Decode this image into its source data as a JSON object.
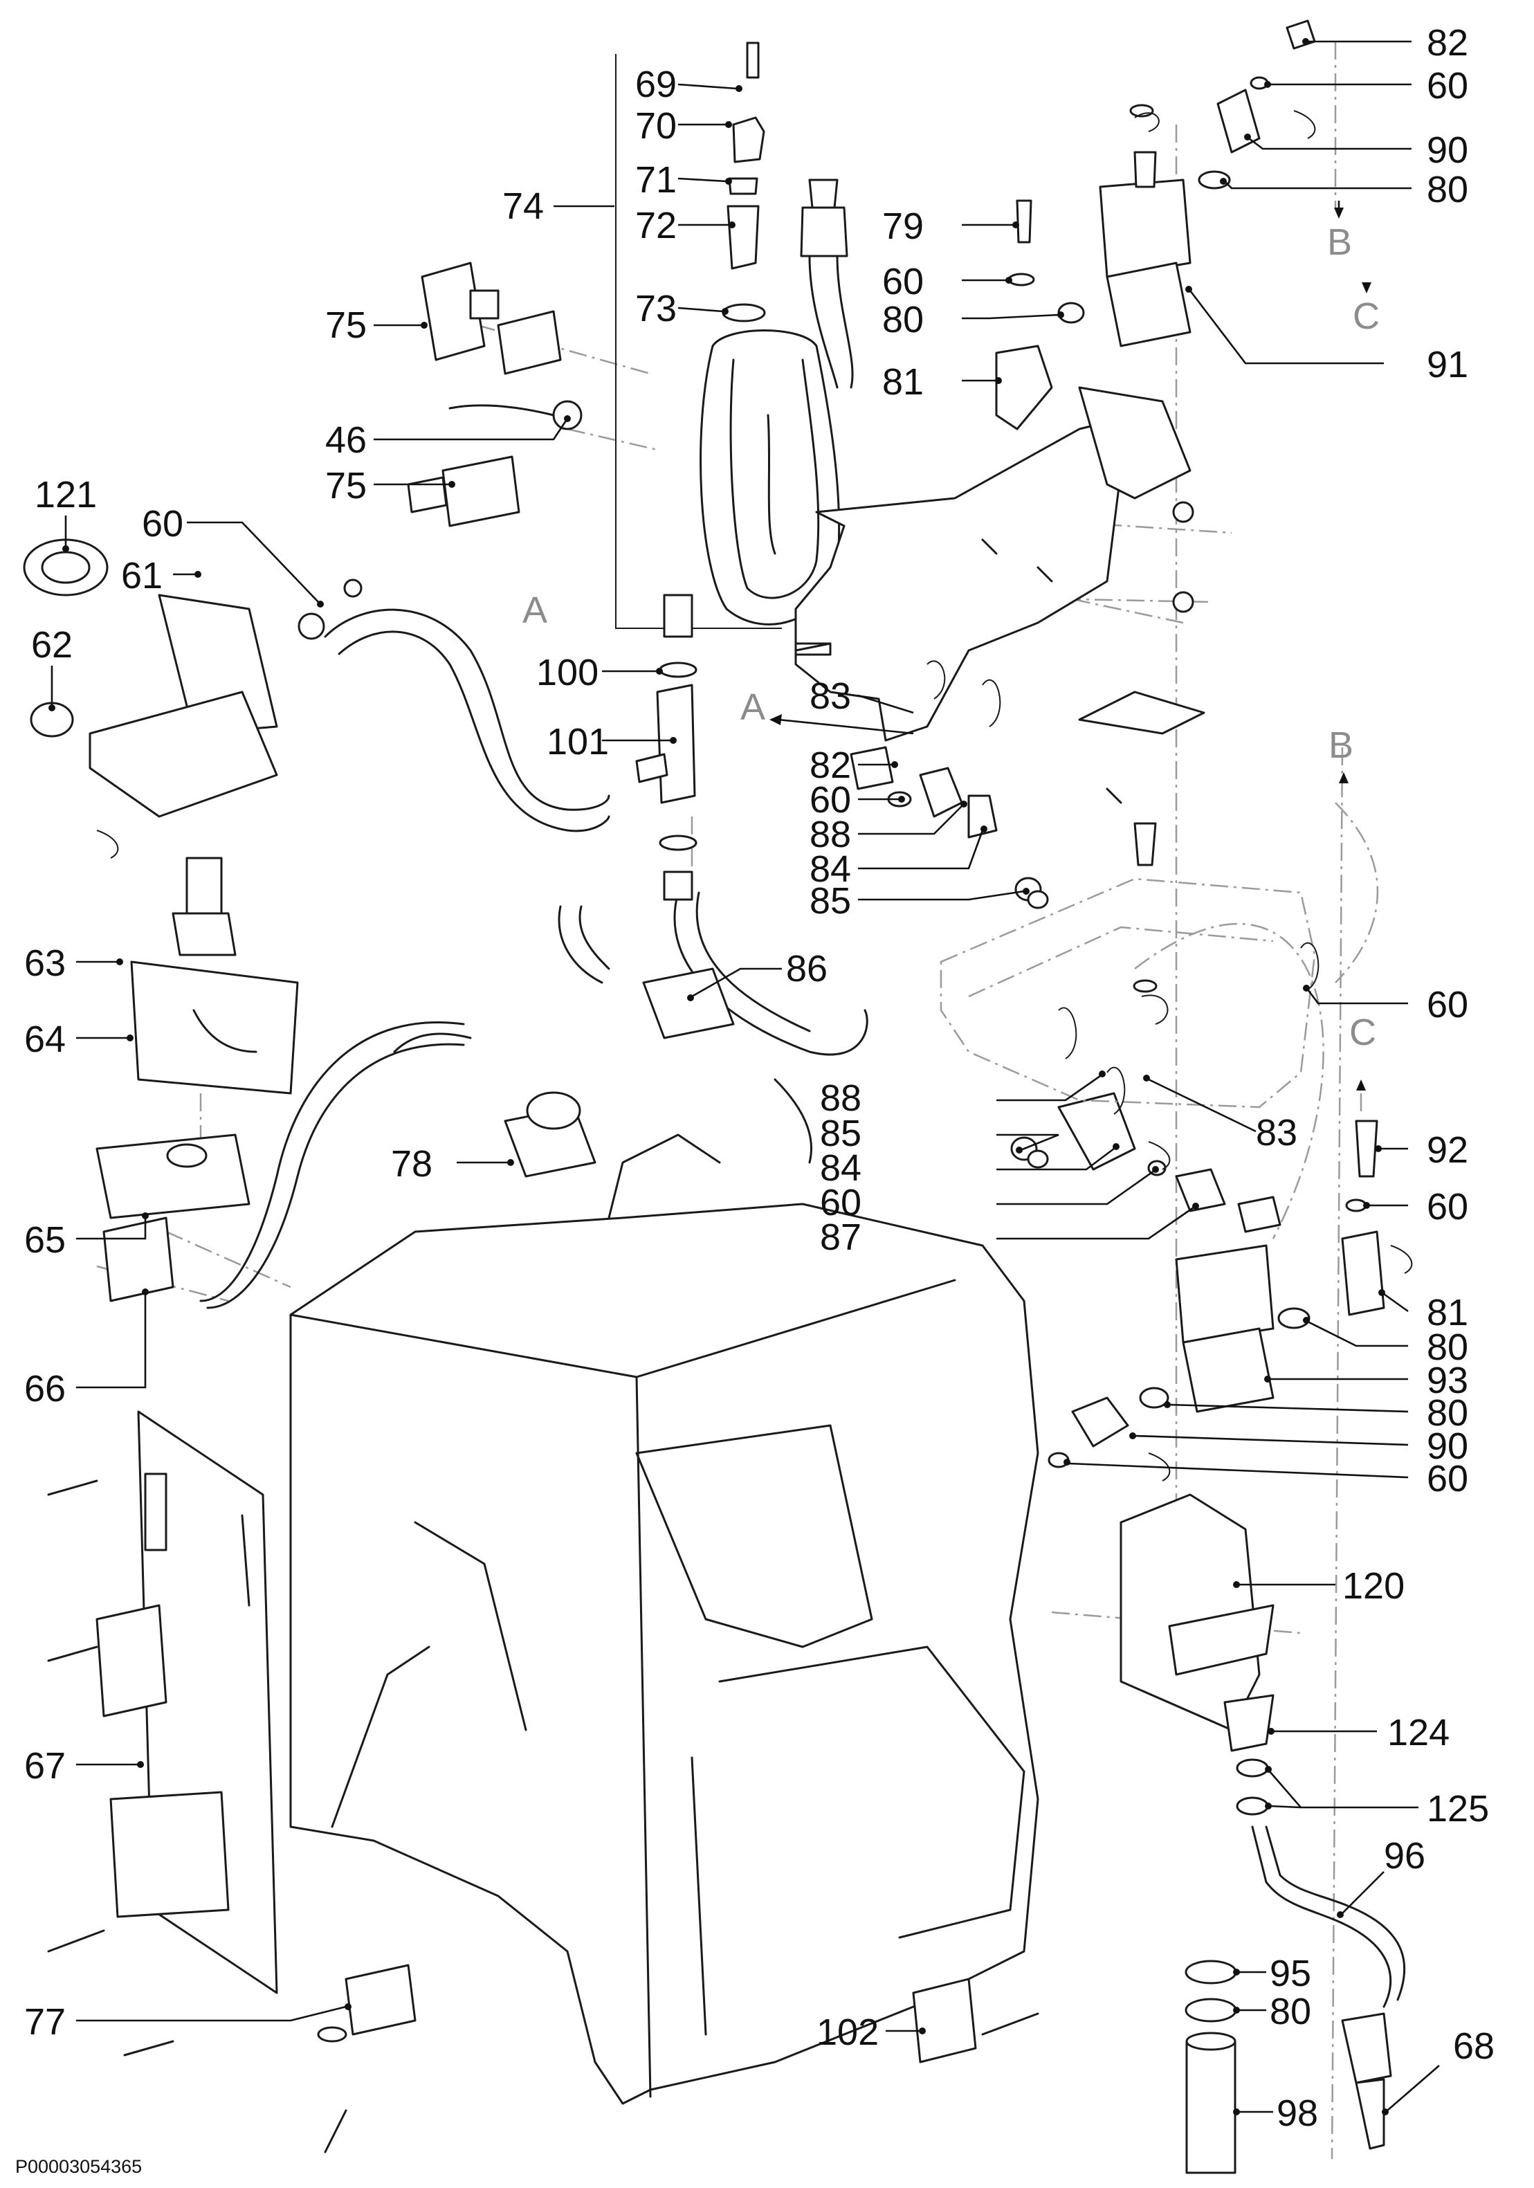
{
  "callouts": [
    {
      "label": "69"
    },
    {
      "label": "70"
    },
    {
      "label": "71"
    },
    {
      "label": "72"
    },
    {
      "label": "74"
    },
    {
      "label": "73"
    },
    {
      "label": "75"
    },
    {
      "label": "46"
    },
    {
      "label": "75"
    },
    {
      "label": "121"
    },
    {
      "label": "60"
    },
    {
      "label": "61"
    },
    {
      "label": "62"
    },
    {
      "label": "100"
    },
    {
      "label": "101"
    },
    {
      "label": "83"
    },
    {
      "label": "82"
    },
    {
      "label": "60"
    },
    {
      "label": "88"
    },
    {
      "label": "84"
    },
    {
      "label": "85"
    },
    {
      "label": "86"
    },
    {
      "label": "63"
    },
    {
      "label": "64"
    },
    {
      "label": "78"
    },
    {
      "label": "65"
    },
    {
      "label": "66"
    },
    {
      "label": "67"
    },
    {
      "label": "77"
    },
    {
      "label": "102"
    },
    {
      "label": "88"
    },
    {
      "label": "85"
    },
    {
      "label": "84"
    },
    {
      "label": "60"
    },
    {
      "label": "87"
    },
    {
      "label": "83"
    },
    {
      "label": "82"
    },
    {
      "label": "60"
    },
    {
      "label": "90"
    },
    {
      "label": "80"
    },
    {
      "label": "79"
    },
    {
      "label": "60"
    },
    {
      "label": "80"
    },
    {
      "label": "81"
    },
    {
      "label": "91"
    },
    {
      "label": "60"
    },
    {
      "label": "92"
    },
    {
      "label": "60"
    },
    {
      "label": "81"
    },
    {
      "label": "80"
    },
    {
      "label": "93"
    },
    {
      "label": "80"
    },
    {
      "label": "90"
    },
    {
      "label": "60"
    },
    {
      "label": "120"
    },
    {
      "label": "124"
    },
    {
      "label": "125"
    },
    {
      "label": "96"
    },
    {
      "label": "95"
    },
    {
      "label": "80"
    },
    {
      "label": "68"
    },
    {
      "label": "98"
    }
  ],
  "markers": [
    {
      "label": "A"
    },
    {
      "label": "A"
    },
    {
      "label": "B"
    },
    {
      "label": "C"
    },
    {
      "label": "B"
    },
    {
      "label": "C"
    }
  ],
  "footer": {
    "doc_id": "P00003054365"
  }
}
